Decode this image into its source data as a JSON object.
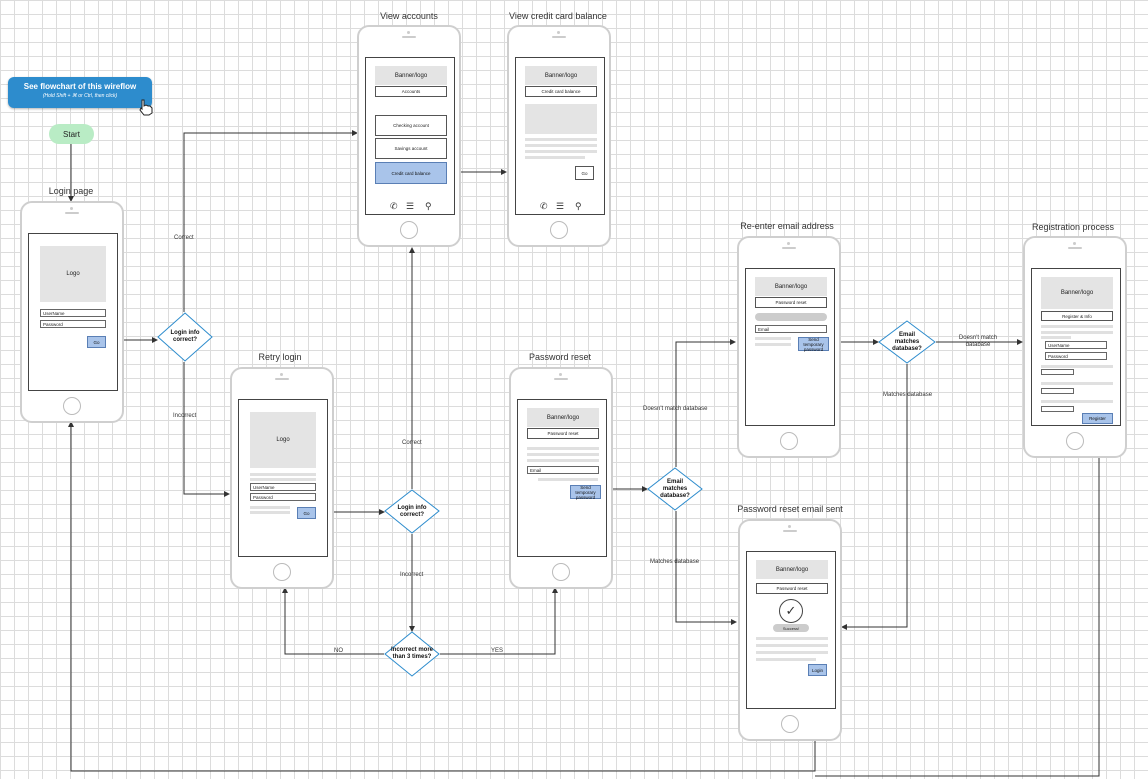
{
  "flowchart_button": {
    "label": "See flowchart of this wireflow",
    "hint": "(Hold Shift + ⌘ or Ctrl, then click)"
  },
  "start": "Start",
  "screens": {
    "login": {
      "title": "Login page",
      "logo": "Logo",
      "username": "UserName",
      "password": "Password",
      "go": "Go"
    },
    "accounts": {
      "title": "View accounts",
      "banner": "Banner/logo",
      "header": "Accounts",
      "checking": "Checking account",
      "savings": "Savings account",
      "credit": "Credit card balance"
    },
    "credit": {
      "title": "View credit card balance",
      "banner": "Banner/logo",
      "header": "Credit card balance",
      "go": "Go"
    },
    "retry": {
      "title": "Retry login",
      "logo": "Logo",
      "username": "UserName",
      "password": "Password",
      "go": "Go"
    },
    "reset": {
      "title": "Password reset",
      "banner": "Banner/logo",
      "header": "Password reset",
      "email": "Email",
      "send": "Send temporary password"
    },
    "reenter": {
      "title": "Re-enter email address",
      "banner": "Banner/logo",
      "header": "Password reset",
      "email": "Email",
      "send": "Send temporary password"
    },
    "registration": {
      "title": "Registration process",
      "banner": "Banner/logo",
      "header": "Register & Info",
      "username": "UserName",
      "password": "Password",
      "register": "Register"
    },
    "sent": {
      "title": "Password reset email sent",
      "banner": "Banner/logo",
      "header": "Password reset",
      "badge": "Success!",
      "login": "Login"
    }
  },
  "decisions": {
    "d1": "Login info correct?",
    "d2": "Login info correct?",
    "d3": "Incorrect more than 3 times?",
    "d4": "Email matches database?",
    "d5": "Email matches database?"
  },
  "edges": {
    "correct1": "Correct",
    "incorrect1": "Incorrect",
    "correct2": "Correct",
    "incorrect2": "Incorrect",
    "no": "NO",
    "yes": "YES",
    "doesnt1": "Doesn't match database",
    "matches1": "Matches database",
    "doesnt2": "Doesn't match database",
    "matches2": "Matches database"
  },
  "colors": {
    "accent": "#2d8ccd",
    "start": "#b9ecc5",
    "button": "#a9c4ea"
  }
}
